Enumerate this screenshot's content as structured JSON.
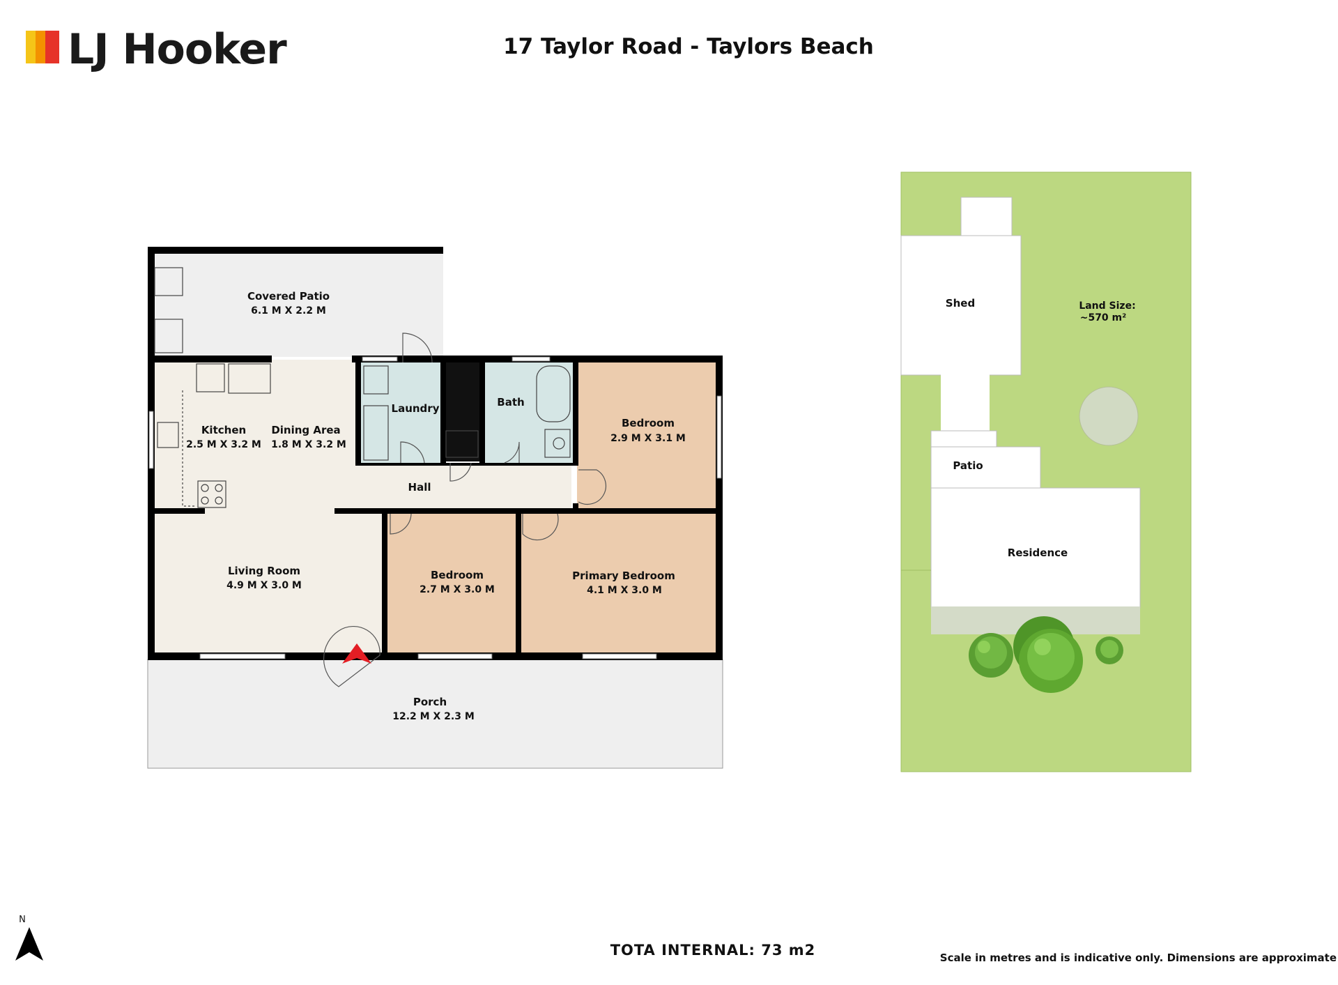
{
  "header": {
    "brand_name": "LJ Hooker",
    "title": "17 Taylor Road - Taylors Beach"
  },
  "colors": {
    "logo_stripe_1": "#f5c518",
    "logo_stripe_2": "#f39200",
    "logo_stripe_3": "#e63329",
    "living_areas": "#f3efe7",
    "wet_areas": "#d5e6e5",
    "bedrooms": "#ecccae",
    "outdoor": "#efefef",
    "lawn": "#bcd881",
    "wall": "#000000"
  },
  "rooms": {
    "covered_patio": {
      "name": "Covered Patio",
      "dims": "6.1 M X 2.2 M"
    },
    "kitchen": {
      "name": "Kitchen",
      "dims": "2.5 M X 3.2 M"
    },
    "dining": {
      "name": "Dining Area",
      "dims": "1.8 M X 3.2 M"
    },
    "laundry": {
      "name": "Laundry"
    },
    "bath": {
      "name": "Bath"
    },
    "bedroom_1": {
      "name": "Bedroom",
      "dims": "2.9 M X 3.1 M"
    },
    "hall": {
      "name": "Hall"
    },
    "living": {
      "name": "Living Room",
      "dims": "4.9 M X 3.0 M"
    },
    "bedroom_2": {
      "name": "Bedroom",
      "dims": "2.7 M X 3.0 M"
    },
    "primary_bedroom": {
      "name": "Primary Bedroom",
      "dims": "4.1 M X 3.0 M"
    },
    "porch": {
      "name": "Porch",
      "dims": "12.2 M X 2.3 M"
    }
  },
  "site_plan": {
    "shed": "Shed",
    "land_size_label": "Land Size:",
    "land_size_value": "~570 m²",
    "patio": "Patio",
    "residence": "Residence"
  },
  "footer": {
    "north_label": "N",
    "total_internal": "TOTA INTERNAL: 73 m2",
    "scale_note": "Scale in metres and is indicative only. Dimensions are approximate"
  }
}
